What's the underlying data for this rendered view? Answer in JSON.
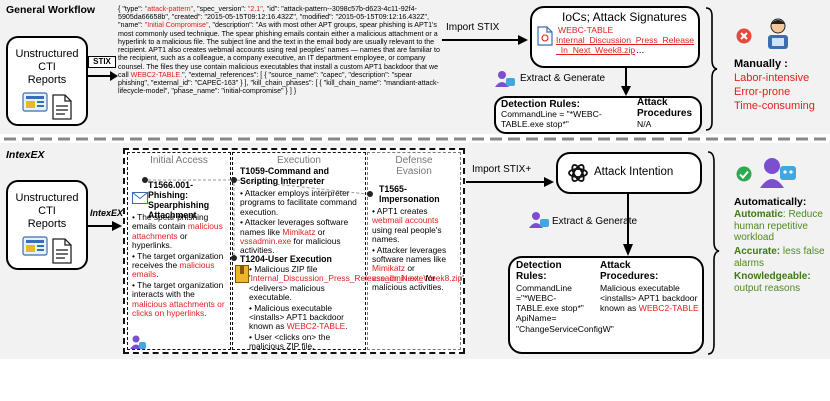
{
  "top": {
    "title": "General Workflow",
    "source_label_1": "Unstructured",
    "source_label_2": "CTI",
    "source_label_3": "Reports",
    "stix_badge": "STIX",
    "json_text": [
      {
        "t": "{ \"type\": ",
        "c": ""
      },
      {
        "t": "\"attack-pattern\"",
        "c": "r"
      },
      {
        "t": ", \"spec_version\": ",
        "c": ""
      },
      {
        "t": "\"2.1\"",
        "c": "r"
      },
      {
        "t": ", \"id\": \"attack-pattern--3098c57b-d623-4c11-92f4-5905da66658b\", \"created\": \"2015-05-15T09:12:16.432Z\", \"modified\": \"2015-05-15T09:12:16.432Z\", \"name\": ",
        "c": ""
      },
      {
        "t": "\"Initial Compromise\"",
        "c": "r"
      },
      {
        "t": ", \"description\": ",
        "c": ""
      },
      {
        "t": "\"As with most other APT groups, spear phishing is APT1's most commonly used technique. The spear phishing emails contain either a malicious attachment or a hyperlink to a malicious file. The subject line and the text in the email body are usually relevant to the recipient. APT1 also creates webmail accounts using real peoples' names — names that are familiar to the recipient, such as a colleague, a company executive, an IT department employee, or company counsel. The files they use contain malicious executables that install a custom APT1 backdoor that we call ",
        "c": ""
      },
      {
        "t": "WEBC2-TABLE.",
        "c": "r"
      },
      {
        "t": "\", \"external_references\": [ { \"source_name\": \"capec\", \"description\": \"spear phishing\", \"external_id\": \"CAPEC-163\" } ], \"kill_chain_phases\": [ { \"kill_chain_name\": \"mandiant-attack-lifecycle-model\", \"phase_name\": \"initial-compromise\" } ] }",
        "c": ""
      }
    ],
    "import_label": "Import STIX",
    "iocs_title": "IoCs; Attack Signatures",
    "ioc_file_1": "WEBC-TABLE",
    "ioc_file_2": "Internal_Discussion_Press_Release",
    "ioc_file_3": "_In_Next_Week8.zip",
    "ioc_dots": "...",
    "extract_label": "Extract & Generate",
    "rules_title": "Detection Rules:",
    "rules_body": "CommandLine = \"*WEBC-TABLE.exe stop*\"",
    "procedures_title_1": "Attack",
    "procedures_title_2": "Procedures",
    "procedures_body": "N/A",
    "manual_title": "Manually :",
    "manual_items": [
      "Labor-intensive",
      "Error-prone",
      "Time-consuming"
    ]
  },
  "bottom": {
    "title": "IntexEX",
    "source_label_1": "Unstructured",
    "source_label_2": "CTI",
    "source_label_3": "Reports",
    "arrow_label": "IntexEX",
    "col_initial": "Initial Access",
    "col_execution": "Execution",
    "col_defense_1": "Defense",
    "col_defense_2": "Evasion",
    "t1566_title": "T1566.001-Phishing: Spearphishing Attachment",
    "t1566_bullets": [
      [
        {
          "t": "The spear phishing emails contain ",
          "c": ""
        },
        {
          "t": "malicious attachments",
          "c": "r"
        },
        {
          "t": " or hyperlinks.",
          "c": ""
        }
      ],
      [
        {
          "t": "The target organization receives the ",
          "c": ""
        },
        {
          "t": "malicious emails",
          "c": "r"
        },
        {
          "t": ".",
          "c": ""
        }
      ],
      [
        {
          "t": "The target organization interacts with the ",
          "c": ""
        },
        {
          "t": "malicious attachments or clicks on hyperlinks",
          "c": "r"
        },
        {
          "t": ".",
          "c": ""
        }
      ]
    ],
    "t1059_title": "T1059-Command and Scripting Interpreter",
    "t1059_bullets": [
      [
        {
          "t": "Attacker employs interpreter programs to facilitate command execution.",
          "c": ""
        }
      ],
      [
        {
          "t": "Attacker leverages software names like ",
          "c": ""
        },
        {
          "t": "Mimikatz",
          "c": "r"
        },
        {
          "t": " or ",
          "c": ""
        },
        {
          "t": "vssadmin.exe",
          "c": "r"
        },
        {
          "t": " for malicious activities.",
          "c": ""
        }
      ]
    ],
    "t1204_title": "T1204-User Execution",
    "t1204_bullets": [
      [
        {
          "t": "Malicious ZIP file '",
          "c": ""
        },
        {
          "t": "Internal_Discussion_Press_Release_In_Next_Week8.zip",
          "c": "r"
        },
        {
          "t": "' <delivers> malicious executable.",
          "c": ""
        }
      ],
      [
        {
          "t": "Malicious executable <installs> APT1 backdoor known as ",
          "c": ""
        },
        {
          "t": "WEBC2-TABLE",
          "c": "r"
        },
        {
          "t": ".",
          "c": ""
        }
      ],
      [
        {
          "t": "User <clicks on> the malicious ZIP file.",
          "c": ""
        }
      ]
    ],
    "t1565_title": "T1565-Impersonation",
    "t1565_bullets": [
      [
        {
          "t": "APT1 creates ",
          "c": ""
        },
        {
          "t": "webmail accounts",
          "c": "r"
        },
        {
          "t": " using real people's names.",
          "c": ""
        }
      ],
      [
        {
          "t": "Attacker leverages software names like ",
          "c": ""
        },
        {
          "t": "Mimikatz",
          "c": "r"
        },
        {
          "t": " or ",
          "c": ""
        },
        {
          "t": "vssadmin.exe",
          "c": "r"
        },
        {
          "t": " for malicious activities.",
          "c": ""
        }
      ]
    ],
    "import_label": "Import STIX+",
    "intention_label": "Attack Intention",
    "extract_label": "Extract & Generate",
    "rules_title_1": "Detection",
    "rules_title_2": "Rules:",
    "rules_body": "CommandLine =\"*WEBC-TABLE.exe stop*\" ApiName= \"ChangeServiceConfigW\"",
    "procedures_title_1": "Attack",
    "procedures_title_2": "Procedures:",
    "procedures_body_pre": "Malicious executable <installs> APT1 backdoor known as ",
    "procedures_body_red": "WEBC2-TABLE",
    "auto_title": "Automatically:",
    "auto_items": [
      {
        "head": "Automatic",
        "rest": ": Reduce human repetitive workload"
      },
      {
        "head": "Accurate:",
        "rest": " less false alarms"
      },
      {
        "head": "Knowledgeable:",
        "rest": " output reasons"
      }
    ]
  },
  "colors": {
    "panel": "#f2f2f2",
    "red": "#e02020",
    "green": "#4e8a1e",
    "ok": "#2fa84f",
    "bad": "#e8483b"
  }
}
